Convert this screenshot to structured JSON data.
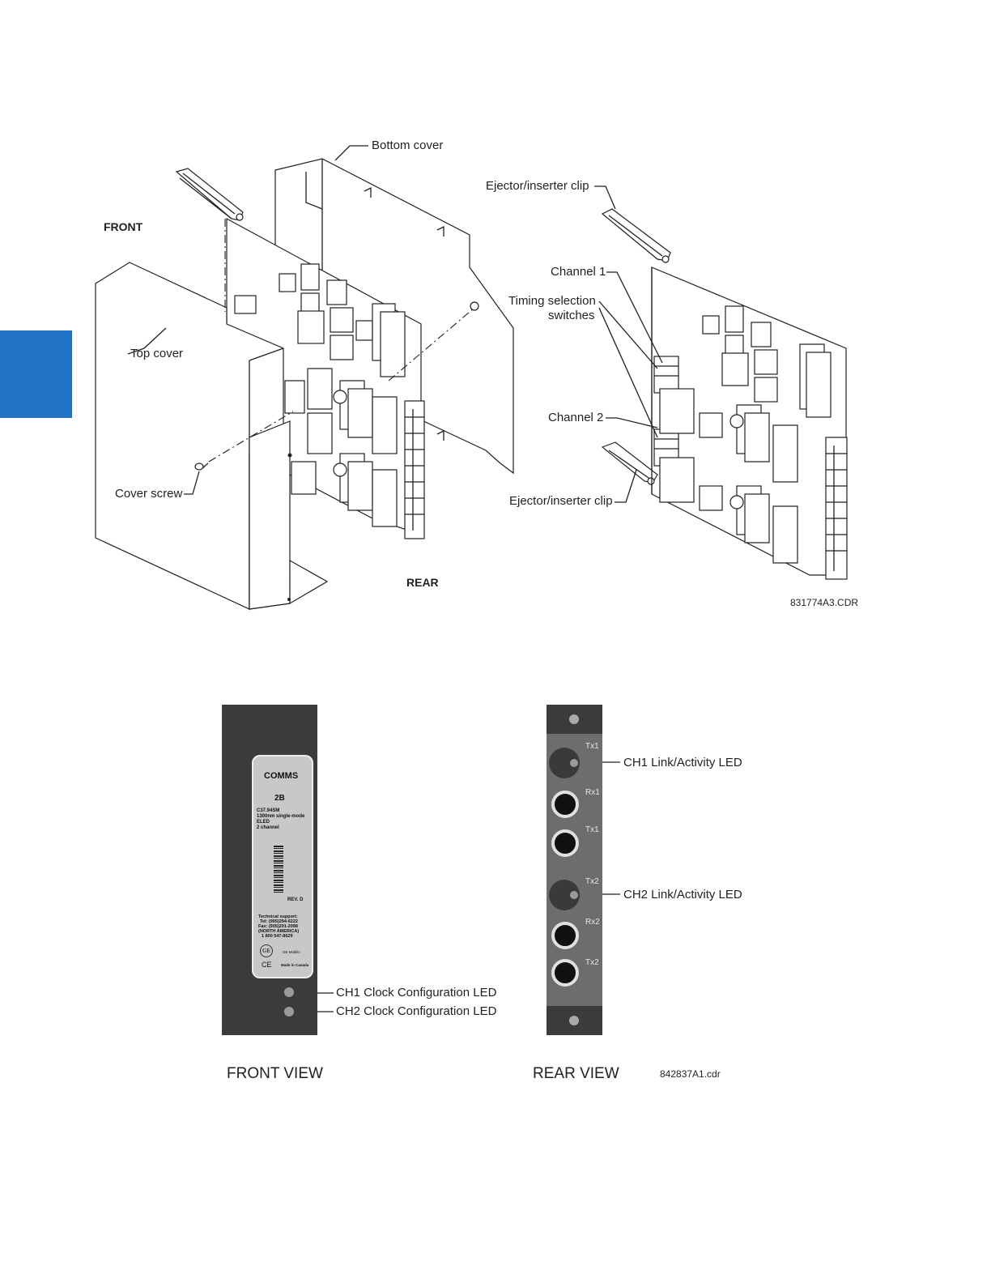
{
  "top_figure": {
    "labels": {
      "front": "FRONT",
      "rear": "REAR",
      "bottom_cover": "Bottom cover",
      "top_cover": "Top cover",
      "cover_screw": "Cover screw",
      "ejector_clip_top": "Ejector/inserter clip",
      "ejector_clip_bottom": "Ejector/inserter clip",
      "channel1": "Channel 1",
      "timing_line1": "Timing selection",
      "timing_line2": "switches",
      "channel2": "Channel 2"
    },
    "code": "831774A3.CDR"
  },
  "bottom_figure": {
    "front_view": {
      "title": "FRONT VIEW",
      "plate": {
        "name": "COMMS",
        "code": "2B",
        "desc_line1": "C37.94SM",
        "desc_line2": "1300nm single-mode",
        "desc_line3": "ELED",
        "desc_line4": "2 channel",
        "rev": "REV. D",
        "support_line1": "Technical support:",
        "support_line2": "Tel: (905)294-6222",
        "support_line3": "Fax: (905)201-2098",
        "support_line4": "(NORTH AMERICA)",
        "support_line5": "1 800 547-8629",
        "logo_text": "GE",
        "brand": "GE Multilin",
        "ce_mark": "CE",
        "made": "Made in Canada"
      },
      "ch1_led": "CH1 Clock Configuration LED",
      "ch2_led": "CH2 Clock Configuration LED"
    },
    "rear_view": {
      "title": "REAR VIEW",
      "tx1_a": "Tx1",
      "rx1": "Rx1",
      "tx1_b": "Tx1",
      "tx2_a": "Tx2",
      "rx2": "Rx2",
      "tx2_b": "Tx2",
      "ch1_led": "CH1 Link/Activity LED",
      "ch2_led": "CH2 Link/Activity LED"
    },
    "code": "842837A1.cdr"
  },
  "colors": {
    "accent_tab": "#2373c4",
    "panel_dark": "#3b3b3b",
    "plate_grey": "#c8c8c8",
    "rear_mid": "#6d6d6d"
  }
}
